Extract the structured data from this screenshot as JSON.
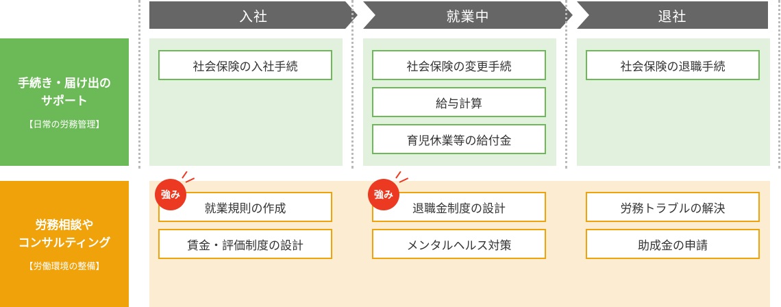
{
  "stages": [
    "入社",
    "就業中",
    "退社"
  ],
  "rows": [
    {
      "label_lines": [
        "手続き・届け出の",
        "サポート"
      ],
      "sub": "【日常の労務管理】",
      "columns": [
        [
          "社会保険の入社手続"
        ],
        [
          "社会保険の変更手続",
          "給与計算",
          "育児休業等の給付金"
        ],
        [
          "社会保険の退職手続"
        ]
      ]
    },
    {
      "label_lines": [
        "労務相談や",
        "コンサルティング"
      ],
      "sub": "【労働環境の整備】",
      "columns": [
        [
          "就業規則の作成",
          "賃金・評価制度の設計"
        ],
        [
          "退職金制度の設計",
          "メンタルヘルス対策"
        ],
        [
          "労務トラブルの解決",
          "助成金の申請"
        ]
      ]
    }
  ],
  "badge_label": "強み",
  "colors": {
    "arrow": "#666666",
    "green_label": "#6cba57",
    "green_panel": "#e2f1de",
    "green_border": "#6cba57",
    "orange_label": "#f0a20b",
    "orange_panel": "#fcecd2",
    "orange_border": "#f0a20b",
    "badge": "#ec3a22"
  }
}
